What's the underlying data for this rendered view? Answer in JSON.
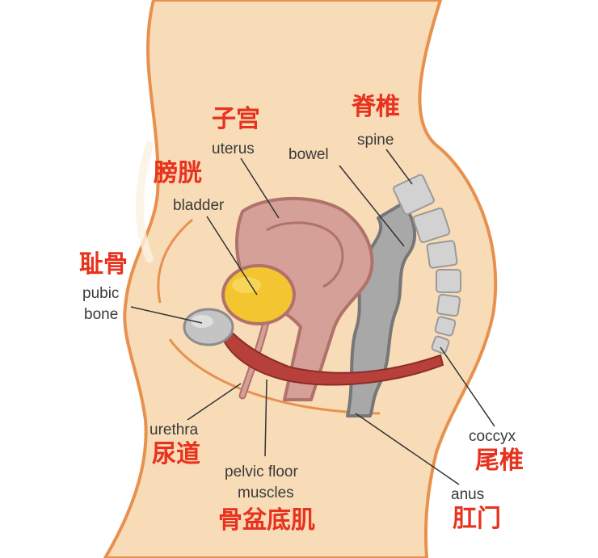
{
  "labels": {
    "uterus": {
      "zh": "子宫",
      "en": "uterus"
    },
    "spine": {
      "zh": "脊椎",
      "en": "spine"
    },
    "bowel": {
      "en": "bowel"
    },
    "bladder": {
      "zh": "膀胱",
      "en": "bladder"
    },
    "pubic_bone": {
      "zh": "耻骨",
      "en_line1": "pubic",
      "en_line2": "bone"
    },
    "urethra": {
      "en": "urethra",
      "zh": "尿道"
    },
    "pelvic_floor": {
      "en_line1": "pelvic floor",
      "en_line2": "muscles",
      "zh": "骨盆底肌"
    },
    "coccyx": {
      "en": "coccyx",
      "zh": "尾椎"
    },
    "anus": {
      "en": "anus",
      "zh": "肛门"
    }
  },
  "colors": {
    "skin": "#f8dcb8",
    "skin_outline": "#e8914f",
    "uterus_fill": "#d4a097",
    "uterus_outline": "#b0726a",
    "bladder_fill": "#f3c530",
    "bladder_outline": "#b0726a",
    "bowel_fill": "#a8a8a8",
    "bowel_outline": "#777777",
    "muscle_fill": "#b8403a",
    "spine_fill": "#d2d2d2",
    "label_red": "#e8321e",
    "label_text": "#3a3a3a",
    "leader_line": "#333333"
  }
}
